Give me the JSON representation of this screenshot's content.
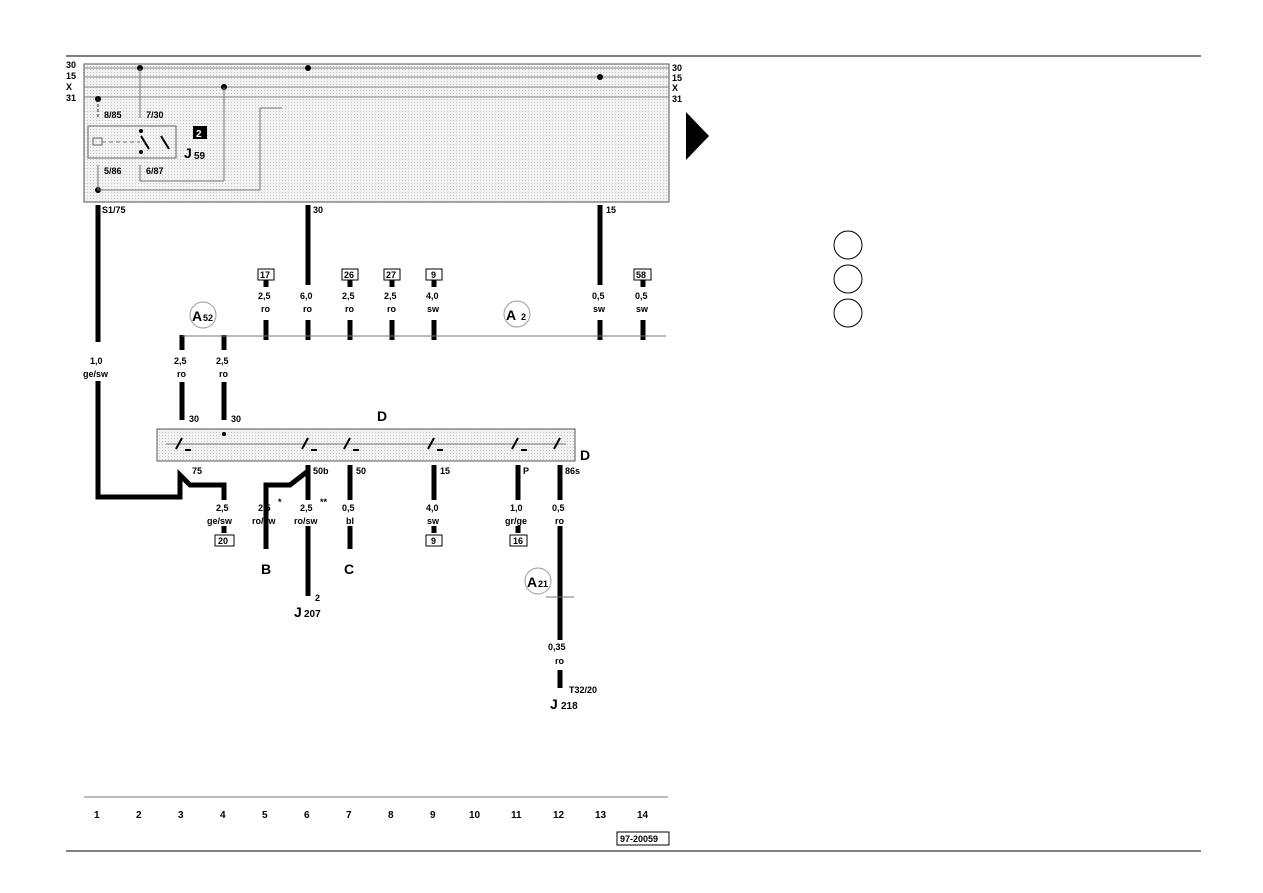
{
  "rails": {
    "left": [
      "30",
      "15",
      "X",
      "31"
    ],
    "right": [
      "30",
      "15",
      "X",
      "31"
    ]
  },
  "relay": {
    "label": "J",
    "sub": "59",
    "number": "2",
    "pins": [
      "8/85",
      "7/30",
      "5/86",
      "6/87"
    ]
  },
  "upper_terminals": [
    "S1/75",
    "30",
    "15"
  ],
  "refs": [
    "17",
    "26",
    "27",
    "9",
    "58",
    "20",
    "9",
    "16"
  ],
  "wires_top": [
    {
      "gauge": "2,5",
      "color": "ro"
    },
    {
      "gauge": "6,0",
      "color": "ro"
    },
    {
      "gauge": "2,5",
      "color": "ro"
    },
    {
      "gauge": "2,5",
      "color": "ro"
    },
    {
      "gauge": "4,0",
      "color": "sw"
    },
    {
      "gauge": "0,5",
      "color": "sw"
    },
    {
      "gauge": "0,5",
      "color": "sw"
    }
  ],
  "wire_left": {
    "gauge": "1,0",
    "color": "ge/sw"
  },
  "wires_mid": [
    {
      "gauge": "2,5",
      "color": "ro"
    },
    {
      "gauge": "2,5",
      "color": "ro"
    }
  ],
  "connectors": {
    "a52": {
      "letter": "A",
      "sub": "52"
    },
    "a2": {
      "letter": "A",
      "sub": "2"
    },
    "a21": {
      "letter": "A",
      "sub": "21"
    }
  },
  "switch": {
    "label": "D",
    "label_right": "D",
    "in_terminals": [
      "30",
      "30"
    ],
    "out_terminals": [
      "75",
      "50b",
      "50",
      "15",
      "P",
      "86s"
    ]
  },
  "wires_bottom": [
    {
      "gauge": "2,5",
      "color": "ge/sw"
    },
    {
      "gauge": "2,5",
      "color": "ro/sw",
      "mark": "*"
    },
    {
      "gauge": "2,5",
      "color": "ro/sw",
      "mark": "**"
    },
    {
      "gauge": "0,5",
      "color": "bl"
    },
    {
      "gauge": "4,0",
      "color": "sw"
    },
    {
      "gauge": "1,0",
      "color": "gr/ge"
    },
    {
      "gauge": "0,5",
      "color": "ro"
    }
  ],
  "endpoints": {
    "b": "B",
    "c": "C",
    "j207": {
      "label": "J",
      "sub": "207",
      "pin": "2"
    },
    "j218": {
      "label": "J",
      "sub": "218",
      "pin": "T32/20"
    }
  },
  "wire_j218": {
    "gauge": "0,35",
    "color": "ro"
  },
  "columns": [
    "1",
    "2",
    "3",
    "4",
    "5",
    "6",
    "7",
    "8",
    "9",
    "10",
    "11",
    "12",
    "13",
    "14"
  ],
  "code": "97-20059",
  "legend_circles": 3,
  "colors": {
    "line": "#000000",
    "panel": "#ececec",
    "grid": "#9a9a9a"
  }
}
